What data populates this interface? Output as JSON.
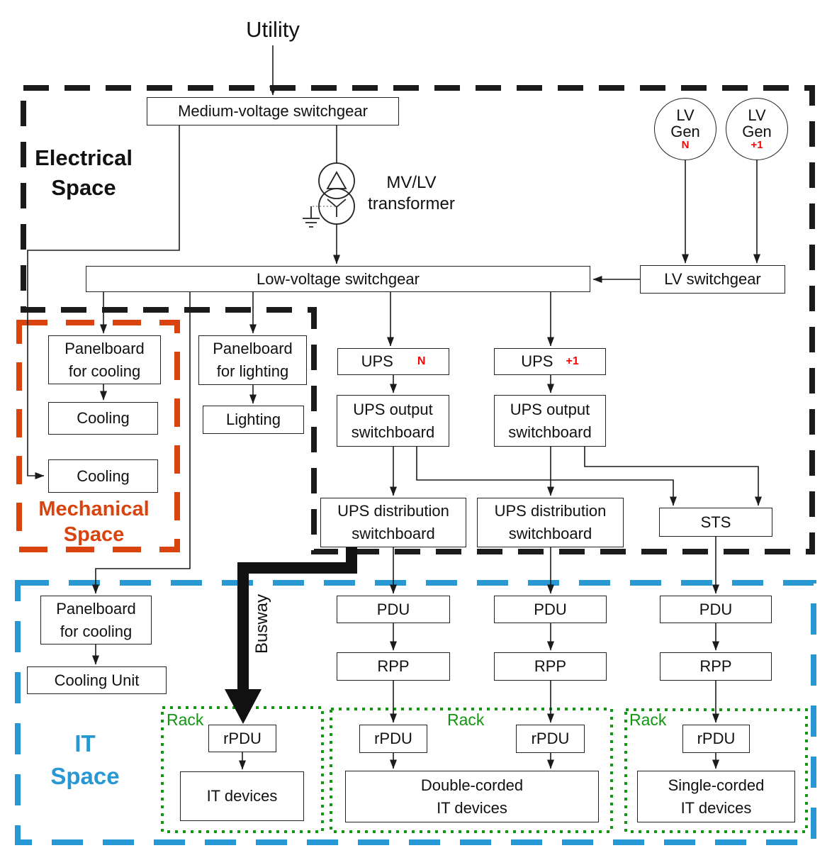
{
  "colors": {
    "line": "#1b1b1b",
    "mechanical_accent": "#d9430e",
    "it_accent": "#2798d4",
    "rack_accent": "#129612",
    "redundancy_accent": "#ff0000"
  },
  "labels": {
    "utility": "Utility",
    "electrical_space": "Electrical\nSpace",
    "mechanical_space": "Mechanical\nSpace",
    "it_space": "IT\nSpace",
    "busway": "Busway",
    "rack": "Rack",
    "transformer": "MV/LV\ntransformer"
  },
  "generators": {
    "name": "LV\nGen",
    "unit_n": "N",
    "unit_plus1": "+1"
  },
  "boxes": {
    "mv_switchgear": "Medium-voltage switchgear",
    "low_voltage_switchgear": "Low-voltage switchgear",
    "lv_switchgear": "LV switchgear",
    "panelboard_cooling": "Panelboard\nfor cooling",
    "cooling": "Cooling",
    "panelboard_lighting": "Panelboard\nfor lighting",
    "lighting": "Lighting",
    "ups": "UPS",
    "ups_n": "N",
    "ups_plus1": "+1",
    "ups_output_switchboard": "UPS output\nswitchboard",
    "ups_distribution_switchboard": "UPS distribution\nswitchboard",
    "sts": "STS",
    "pdu": "PDU",
    "rpp": "RPP",
    "cooling_unit": "Cooling Unit",
    "rpdu": "rPDU",
    "it_devices": "IT devices",
    "double_corded_it_devices": "Double-corded\nIT devices",
    "single_corded_it_devices": "Single-corded\nIT devices"
  }
}
